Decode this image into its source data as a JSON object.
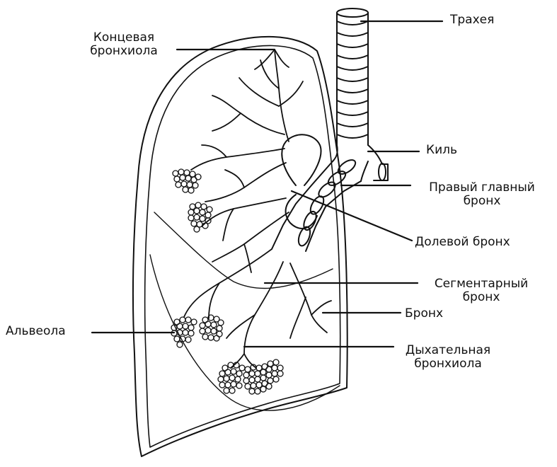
{
  "colors": {
    "ink": "#111111",
    "background": "#ffffff"
  },
  "labels": {
    "terminal_bronchiole": {
      "line1": "Концевая",
      "line2": "бронхиола"
    },
    "trachea": "Трахея",
    "carina": "Киль",
    "right_main_bronchus": {
      "line1": "Правый главный",
      "line2": "бронх"
    },
    "lobar_bronchus": "Долевой бронх",
    "segmental_bronchus": {
      "line1": "Сегментарный",
      "line2": "бронх"
    },
    "bronchus": "Бронх",
    "alveolus": "Альвеола",
    "respiratory_bronchiole": {
      "line1": "Дыхательная",
      "line2": "бронхиола"
    }
  }
}
